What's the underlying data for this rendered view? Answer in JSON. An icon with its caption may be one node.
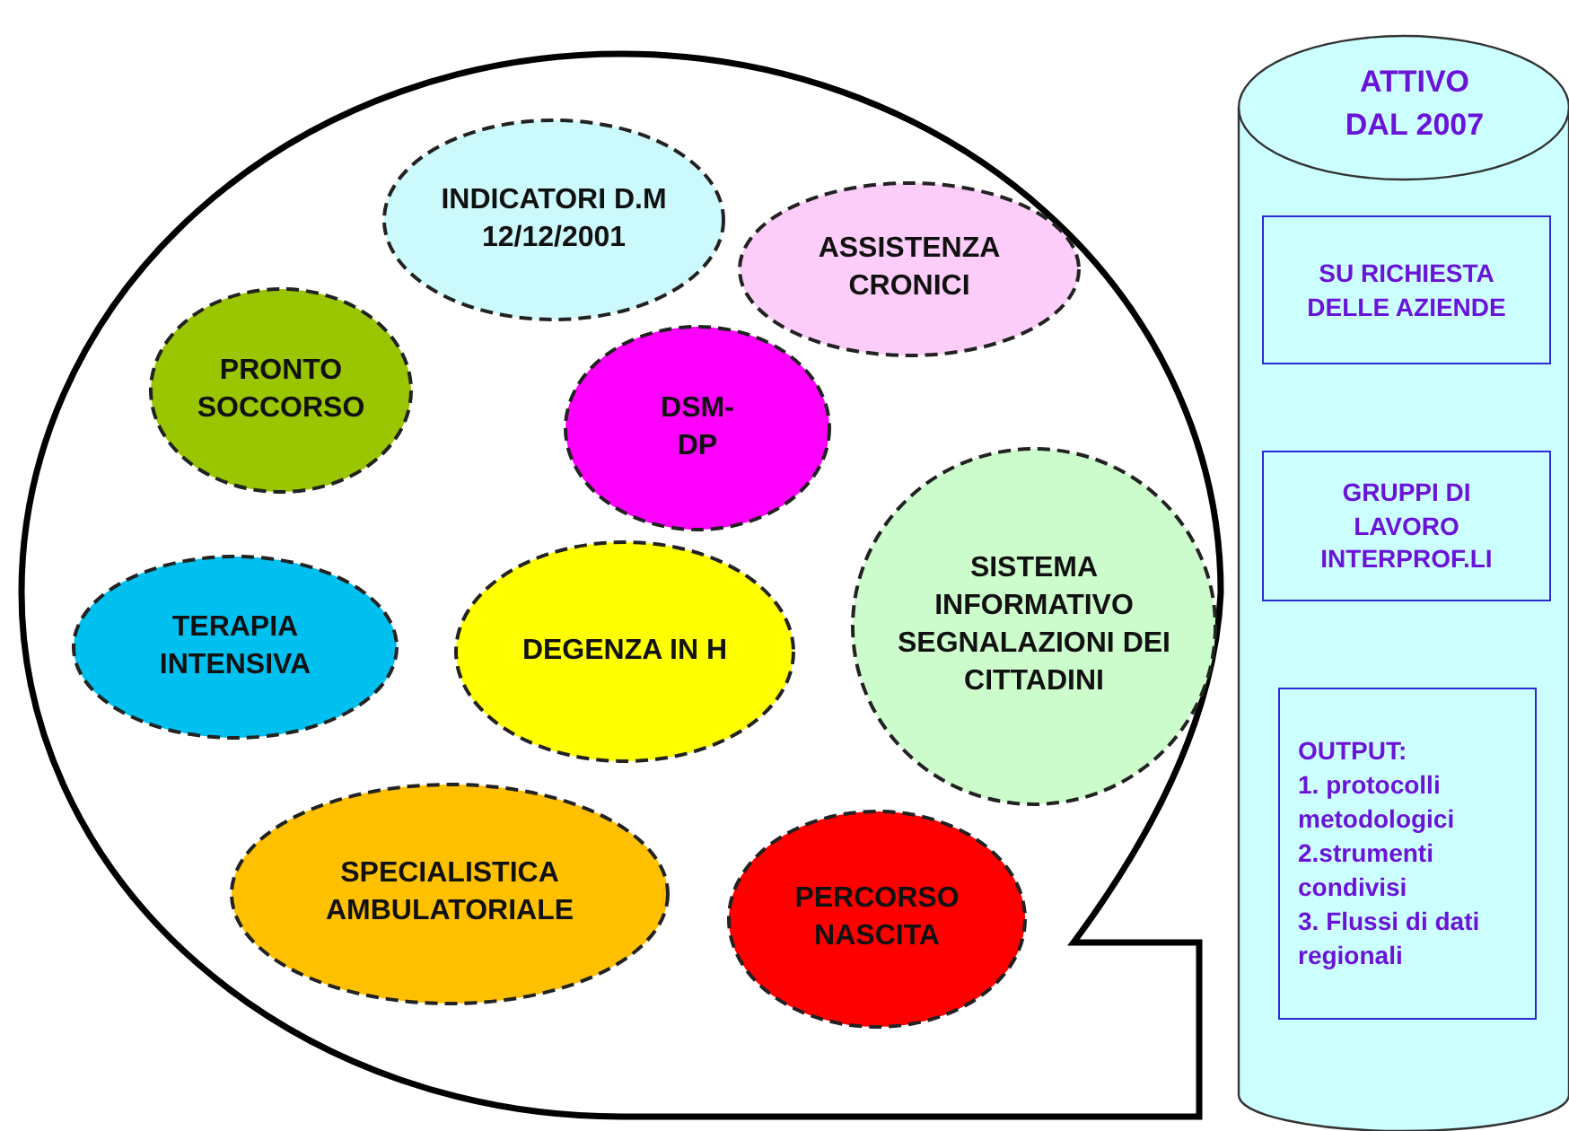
{
  "diagram": {
    "nodes": [
      {
        "text": [],
        "shape": "callout"
      },
      {
        "text": [
          "INDICATORI D.M 12/12/2001"
        ],
        "in": 0
      },
      {
        "text": [
          "ASSISTENZA CRONICI"
        ],
        "in": 0
      },
      {
        "text": [
          "PRONTO SOCCORSO"
        ],
        "in": 0
      },
      {
        "text": [
          "DSM- DP"
        ],
        "in": 0
      },
      {
        "text": [
          "SISTEMA INFORMATIVO SEGNALAZIONI DEI CITTADINI"
        ],
        "in": 0
      },
      {
        "text": [
          "TERAPIA INTENSIVA"
        ],
        "in": 0
      },
      {
        "text": [
          "DEGENZA IN H"
        ],
        "in": 0
      },
      {
        "text": [
          "SPECIALISTICA AMBULATORIALE"
        ],
        "in": 0
      },
      {
        "text": [
          "PERCORSO NASCITA"
        ],
        "in": 0
      },
      {
        "text": [
          "ATTIVO DAL 2007"
        ]
      },
      {
        "text": [
          "SU RICHIESTA DELLE AZIENDE"
        ],
        "in": 10
      },
      {
        "text": [
          "GRUPPI DI LAVORO INTERPROF.LI"
        ],
        "in": 10
      },
      {
        "text": [
          "OUTPUT:",
          "1. protocolli metodologici",
          "2.strumenti condivisi",
          "3. Flussi di dati regionali"
        ],
        "in": 10
      }
    ]
  }
}
